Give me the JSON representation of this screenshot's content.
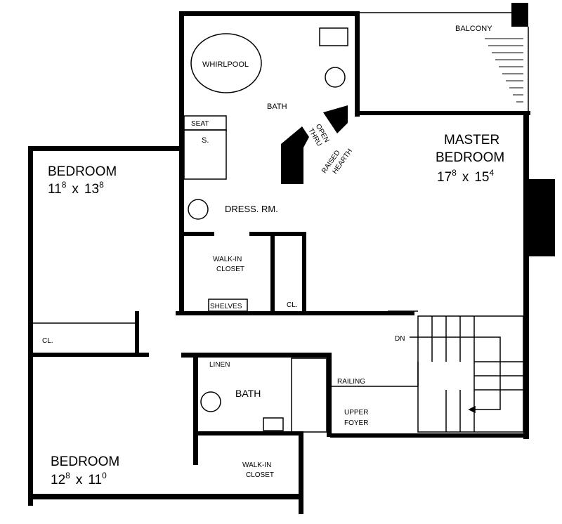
{
  "rooms": {
    "balcony": "BALCONY",
    "whirlpool": "WHIRLPOOL",
    "master_bath": "BATH",
    "seat": "SEAT",
    "shower": "S.",
    "open_thru": [
      "OPEN",
      "THRU"
    ],
    "raised_hearth": [
      "RAISED",
      "HEARTH"
    ],
    "master_bedroom": {
      "name": [
        "MASTER",
        "BEDROOM"
      ],
      "w": "17",
      "w_in": "8",
      "x": "x",
      "d": "15",
      "d_in": "4"
    },
    "bedroom1": {
      "name": "BEDROOM",
      "w": "11",
      "w_in": "8",
      "x": "x",
      "d": "13",
      "d_in": "8"
    },
    "dressing_room": "DRESS. RM.",
    "walk_in_closet_1": [
      "WALK-IN",
      "CLOSET"
    ],
    "shelves": "SHELVES",
    "closet_a": "CL.",
    "closet_b": "CL.",
    "down": "DN",
    "linen": "LINEN",
    "bath2": "BATH",
    "railing": "RAILING",
    "upper_foyer": [
      "UPPER",
      "FOYER"
    ],
    "bedroom2": {
      "name": "BEDROOM",
      "w": "12",
      "w_in": "8",
      "x": "x",
      "d": "11",
      "d_in": "0"
    },
    "walk_in_closet_2": [
      "WALK-IN",
      "CLOSET"
    ]
  }
}
